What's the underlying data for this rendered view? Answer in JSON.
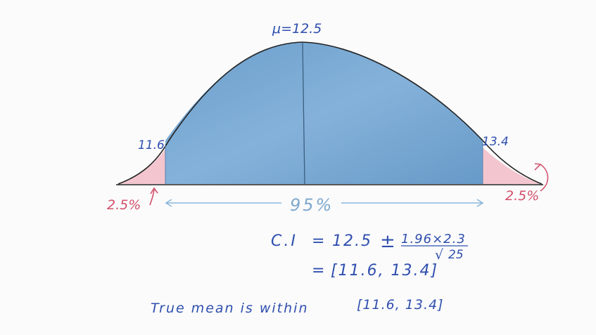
{
  "diagram": {
    "mean_label": "μ=12.5",
    "lower_bound_label": "11.6",
    "upper_bound_label": "13.4",
    "left_tail_label": "2.5%",
    "right_tail_label": "2.5%",
    "center_area_label": "95%",
    "ci_formula": {
      "lhs": "C.I",
      "eq": "=",
      "mean": "12.5",
      "plusminus": "±",
      "term": "1.96×2.3",
      "sqrt_symbol": "√",
      "sqrt_arg": "25",
      "result_eq": "=",
      "result": "[11.6, 13.4]"
    },
    "conclusion_prefix": "True mean is within",
    "conclusion_interval": "[11.6, 13.4]",
    "colors": {
      "center_fill": "#6fa2cf",
      "tail_fill": "#f3c6cf",
      "curve": "#222222",
      "label_blue": "#2f4fae",
      "label_red": "#d2506a",
      "arrow_blue": "#8cb7d8"
    }
  }
}
